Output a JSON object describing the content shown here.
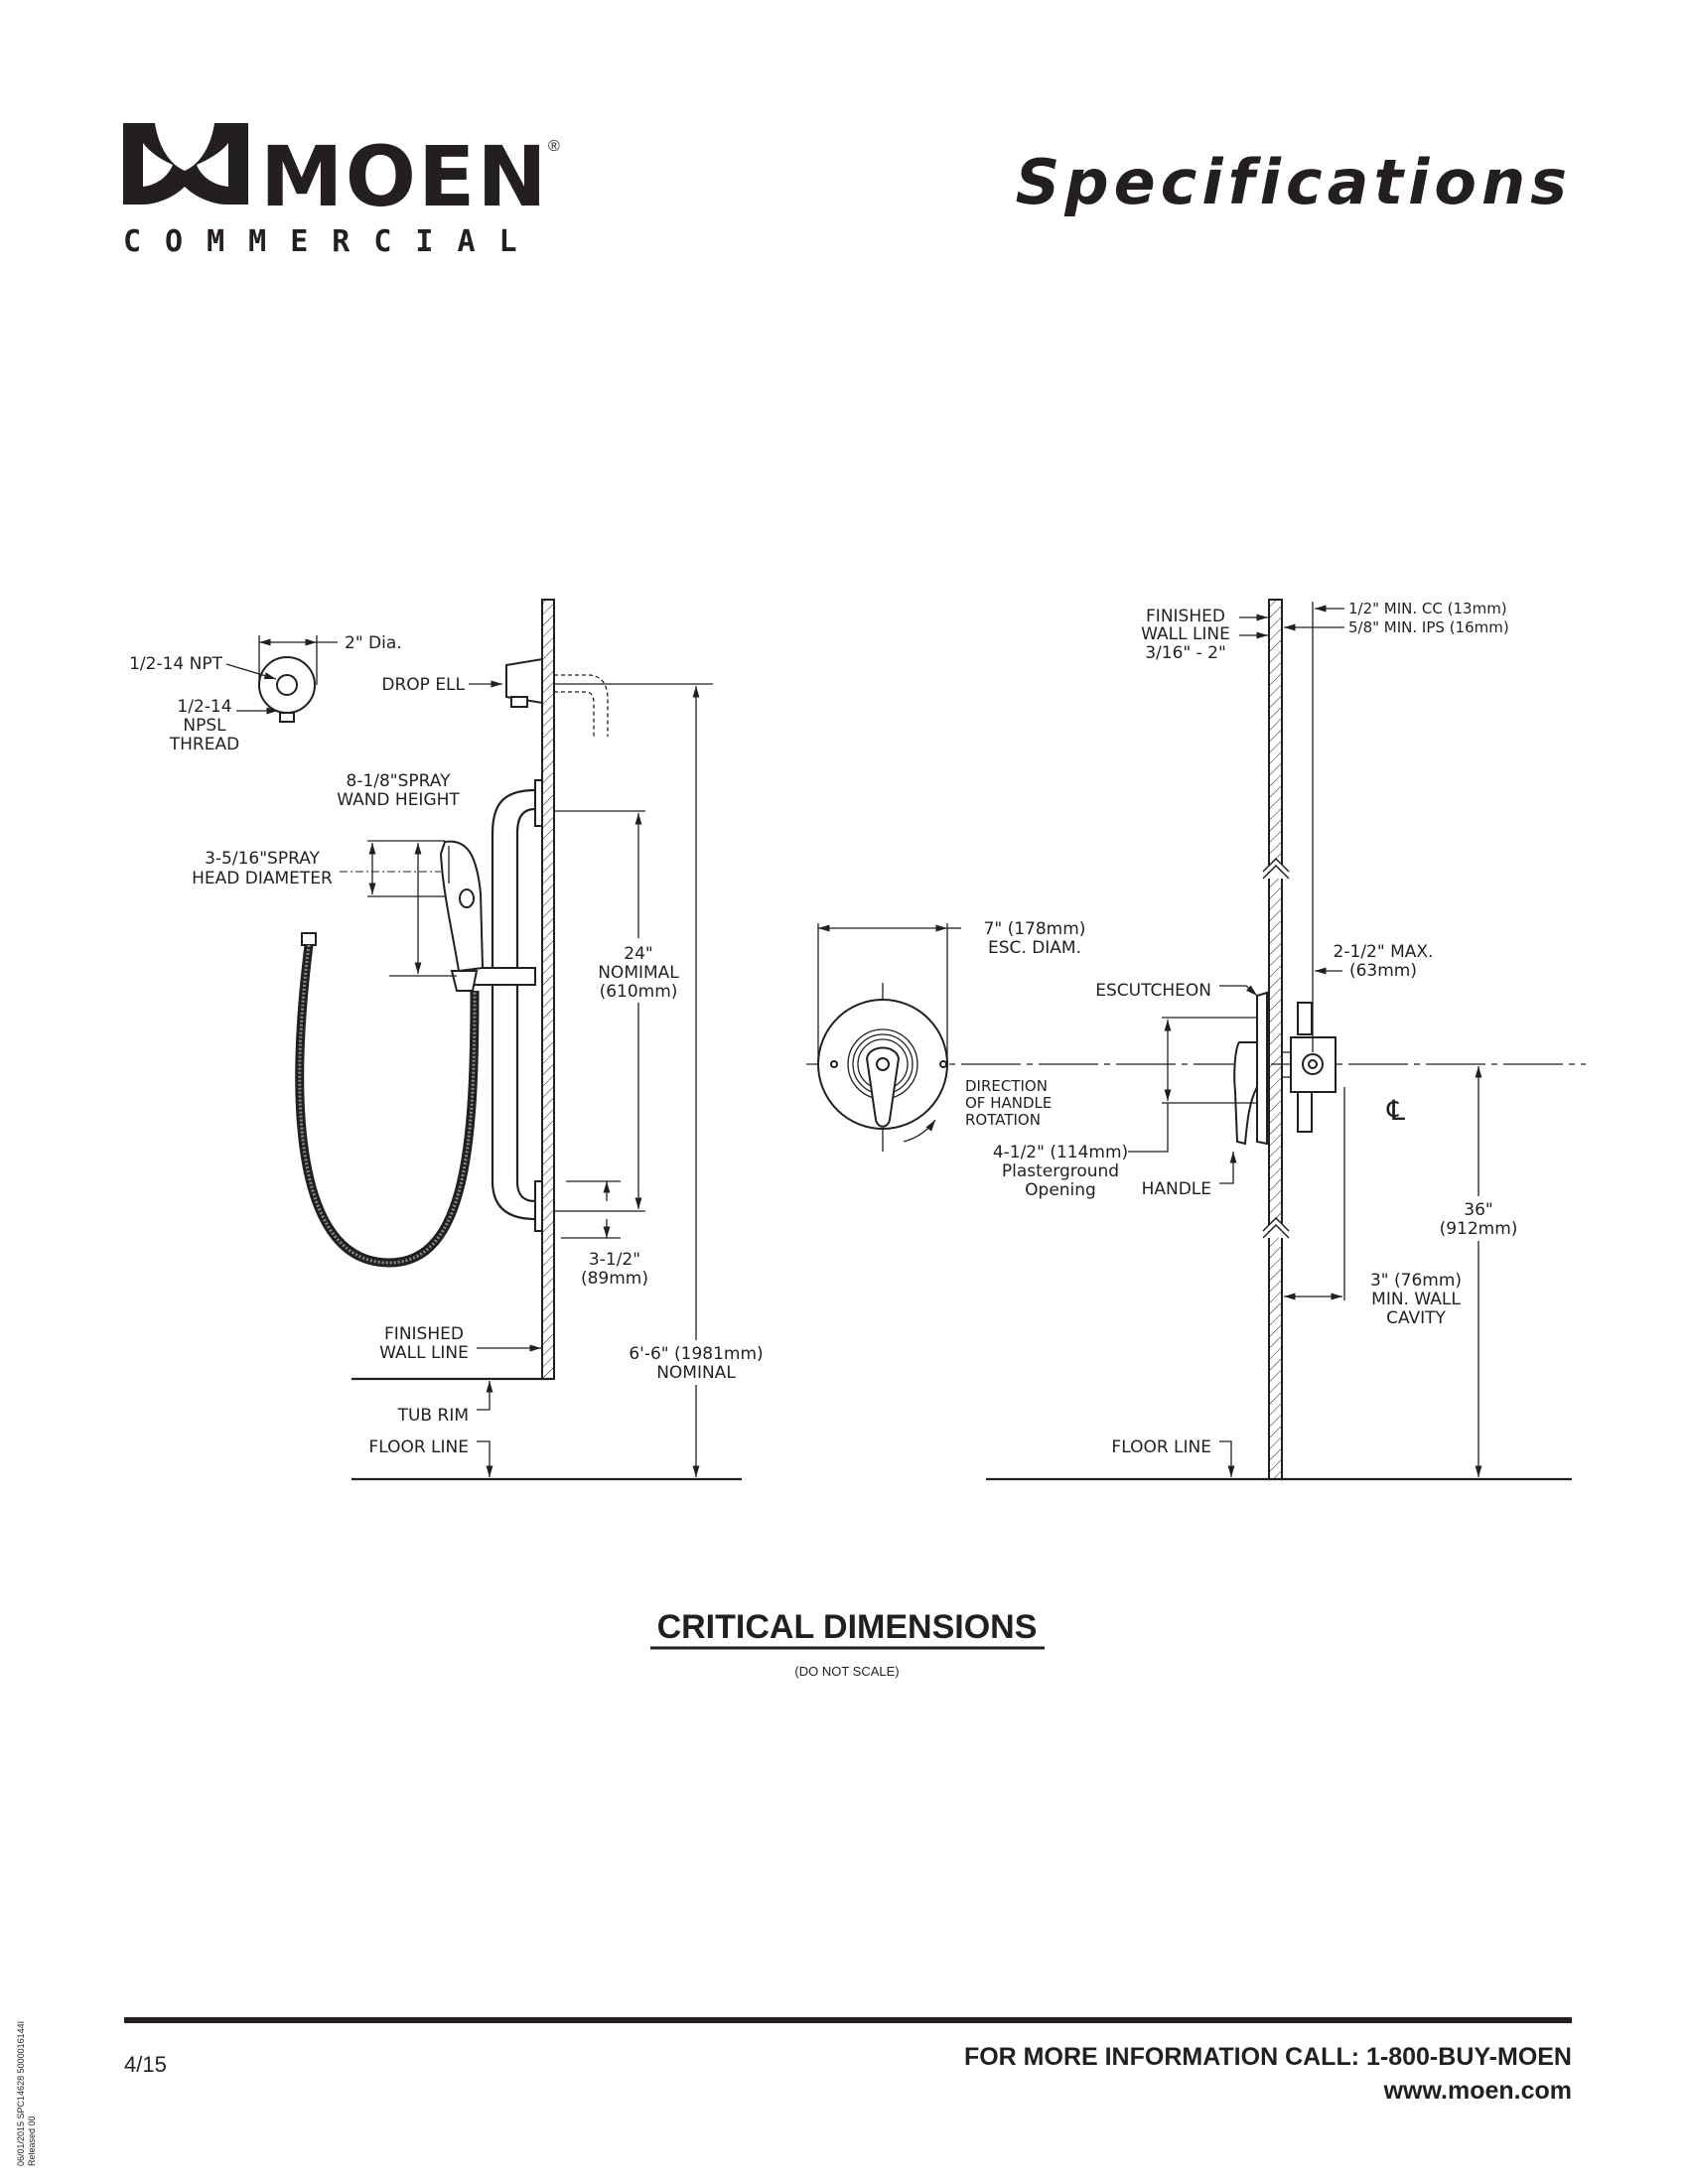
{
  "header": {
    "brand_name": "MOEN",
    "brand_sub": "COMMERCIAL",
    "registered_mark": "®",
    "title": "Specifications"
  },
  "left_diagram": {
    "dia_label": "2\" Dia.",
    "npt_label": "1/2-14 NPT",
    "npsl_label": [
      "1/2-14",
      "NPSL",
      "THREAD"
    ],
    "drop_ell_label": "DROP ELL",
    "wand_height_label": [
      "8-1/8\"SPRAY",
      "WAND HEIGHT"
    ],
    "head_diameter_label": [
      "3-5/16\"SPRAY",
      "HEAD DIAMETER"
    ],
    "bar_length_label": [
      "24\"",
      "NOMIMAL",
      "(610mm)"
    ],
    "bar_offset_label": [
      "3-1/2\"",
      "(89mm)"
    ],
    "finished_wall_label": [
      "FINISHED",
      "WALL LINE"
    ],
    "overall_height_label": [
      "6'-6\" (1981mm)",
      "NOMINAL"
    ],
    "tub_rim_label": "TUB RIM",
    "floor_line_label": "FLOOR LINE"
  },
  "right_diagram": {
    "finished_wall_label": [
      "FINISHED",
      "WALL LINE",
      "3/16\" - 2\""
    ],
    "cc_label": "1/2\" MIN. CC (13mm)",
    "ips_label": "5/8\" MIN. IPS (16mm)",
    "esc_diam_label": [
      "7\" (178mm)",
      "ESC. DIAM."
    ],
    "max_depth_label": [
      "2-1/2\" MAX.",
      "(63mm)"
    ],
    "escutcheon_label": "ESCUTCHEON",
    "rotation_label": [
      "DIRECTION",
      "OF HANDLE",
      "ROTATION"
    ],
    "plasterground_label": [
      "4-1/2\" (114mm)",
      "Plasterground",
      "Opening"
    ],
    "handle_label": "HANDLE",
    "centerline_symbol": "℄",
    "height_label": [
      "36\"",
      "(912mm)"
    ],
    "wall_cavity_label": [
      "3\" (76mm)",
      "MIN. WALL",
      "CAVITY"
    ],
    "floor_line_label": "FLOOR LINE"
  },
  "caption": {
    "title": "CRITICAL DIMENSIONS",
    "note": "(DO NOT SCALE)"
  },
  "footer": {
    "date": "4/15",
    "contact": "FOR MORE INFORMATION CALL:  1-800-BUY-MOEN",
    "website": "www.moen.com",
    "side_code": [
      "06/01/2015  SPC14628  5000016144I",
      "Released 00"
    ]
  }
}
